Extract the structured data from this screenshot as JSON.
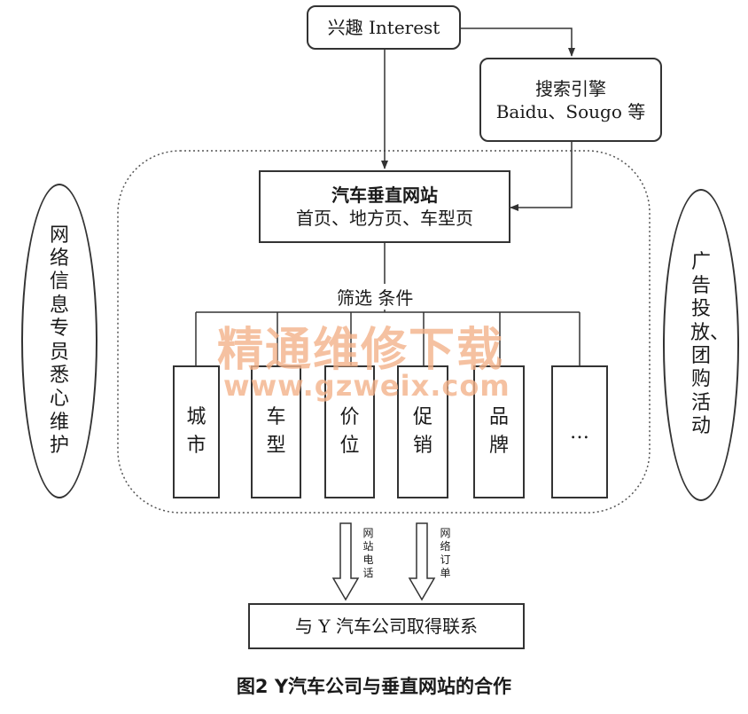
{
  "nodes": {
    "interest": "兴趣 Interest",
    "search_engine": {
      "line1": "搜索引擎",
      "line2": "Baidu、Sougo 等"
    },
    "website": {
      "line1": "汽车垂直网站",
      "line2": "首页、地方页、车型页"
    },
    "filter_label": "筛选 条件",
    "conditions": [
      "城市",
      "车型",
      "价位",
      "促销",
      "品牌",
      "…"
    ],
    "left_ellipse": "网络信息专员悉心维护",
    "right_ellipse": "广告投放、团购活动",
    "arrow_labels": {
      "phone": "网站电话",
      "order": "网络订单"
    },
    "contact": "与 Y 汽车公司取得联系"
  },
  "caption": "图2 Y汽车公司与垂直网站的合作",
  "watermark": {
    "line1": "精通维修下载",
    "line2": "www.gzweix.com"
  }
}
